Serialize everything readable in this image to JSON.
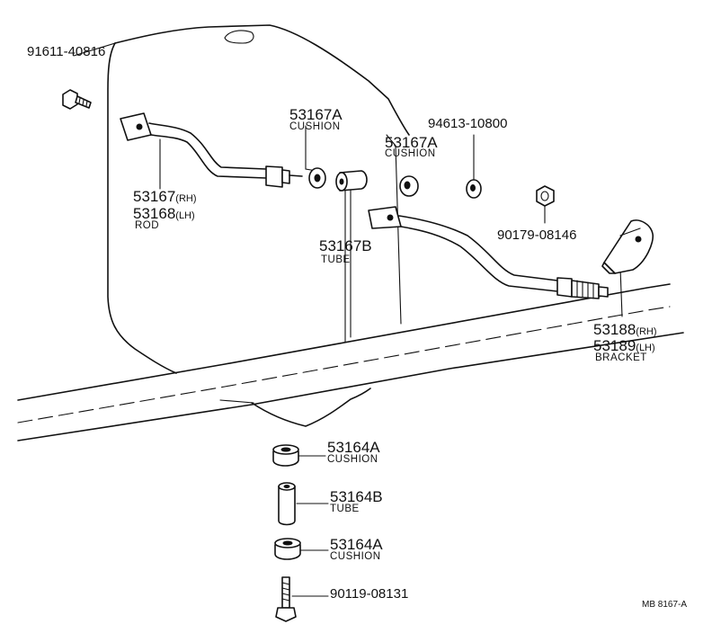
{
  "labels": {
    "bolt_top": "91611-40816",
    "rod_pn_rh": "53167",
    "rod_side_rh": "(RH)",
    "rod_pn_lh": "53168",
    "rod_side_lh": "(LH)",
    "rod_name": "ROD",
    "cushion_a1_pn": "53167A",
    "cushion_a1_name": "CUSHION",
    "cushion_a2_pn": "53167A",
    "cushion_a2_name": "CUSHION",
    "washer_pn": "94613-10800",
    "tube_b_pn": "53167B",
    "tube_b_name": "TUBE",
    "nut_pn": "90179-08146",
    "bracket_pn_rh": "53188",
    "bracket_side_rh": "(RH)",
    "bracket_pn_lh": "53189",
    "bracket_side_lh": "(LH)",
    "bracket_name": "BRACKET",
    "cushion_c1_pn": "53164A",
    "cushion_c1_name": "CUSHION",
    "tube_c_pn": "53164B",
    "tube_c_name": "TUBE",
    "cushion_c2_pn": "53164A",
    "cushion_c2_name": "CUSHION",
    "bolt_bottom": "90119-08131",
    "diagram_code": "MB 8167-A"
  }
}
